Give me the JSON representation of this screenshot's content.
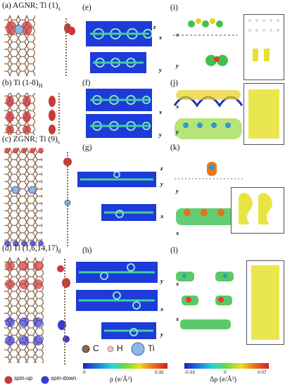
{
  "panels": {
    "a": "(a) AGNR; Ti (1)",
    "a_sub": "s",
    "b": "(b) Ti (1-8)",
    "b_sub": "H",
    "c": "(c) ZGNR; Ti (9)",
    "c_sub": "s",
    "d": "(d) Ti (1,6,14,17)",
    "d_sub": "d",
    "e": "(e)",
    "f": "(f)",
    "g": "(g)",
    "h": "(h)",
    "i": "(i)",
    "j": "(j)",
    "k": "(k)",
    "l": "(l)"
  },
  "axes": {
    "x": "x",
    "y": "y",
    "z": "z"
  },
  "atom_legend": [
    {
      "symbol": "C",
      "color": "#8a6a4e"
    },
    {
      "symbol": "H",
      "color": "#e9c3c3"
    },
    {
      "symbol": "Ti",
      "color": "#8fb7e6"
    }
  ],
  "spin_legend": {
    "up": "spin-up",
    "down": "spin-down",
    "up_color": "#c83a3a",
    "down_color": "#3a3ad0"
  },
  "colorbar_rho": {
    "min": "0",
    "max": "0.32",
    "label": "ρ (e/Å³)"
  },
  "colorbar_drho": {
    "min": "-0.03",
    "mid": "0",
    "max": "0.07",
    "label": "Δρ (e/Å³)"
  }
}
